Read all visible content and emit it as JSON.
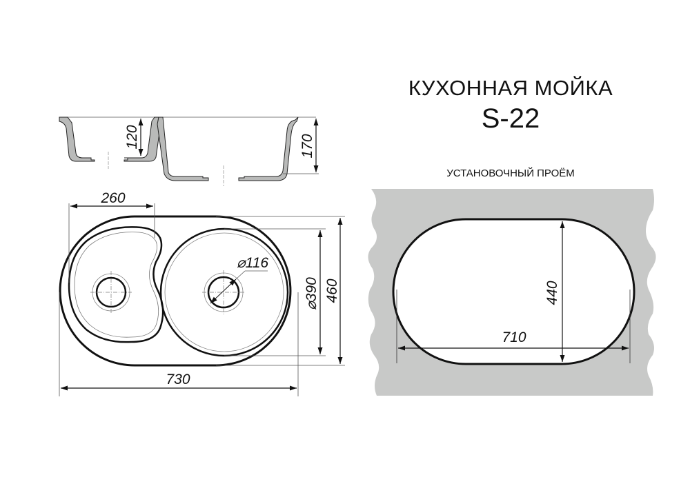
{
  "header": {
    "title": "КУХОННАЯ МОЙКА",
    "model": "S-22",
    "cutout_label": "УСТАНОВОЧНЫЙ ПРОЁМ"
  },
  "section_view": {
    "small_bowl_depth": "120",
    "large_bowl_depth": "170"
  },
  "plan_view": {
    "small_bowl_width": "260",
    "drain_diameter": "⌀116",
    "large_bowl_diameter": "⌀390",
    "overall_depth": "460",
    "overall_width": "730"
  },
  "cutout": {
    "width": "710",
    "depth": "440",
    "countertop_color": "#c8c9c8"
  }
}
